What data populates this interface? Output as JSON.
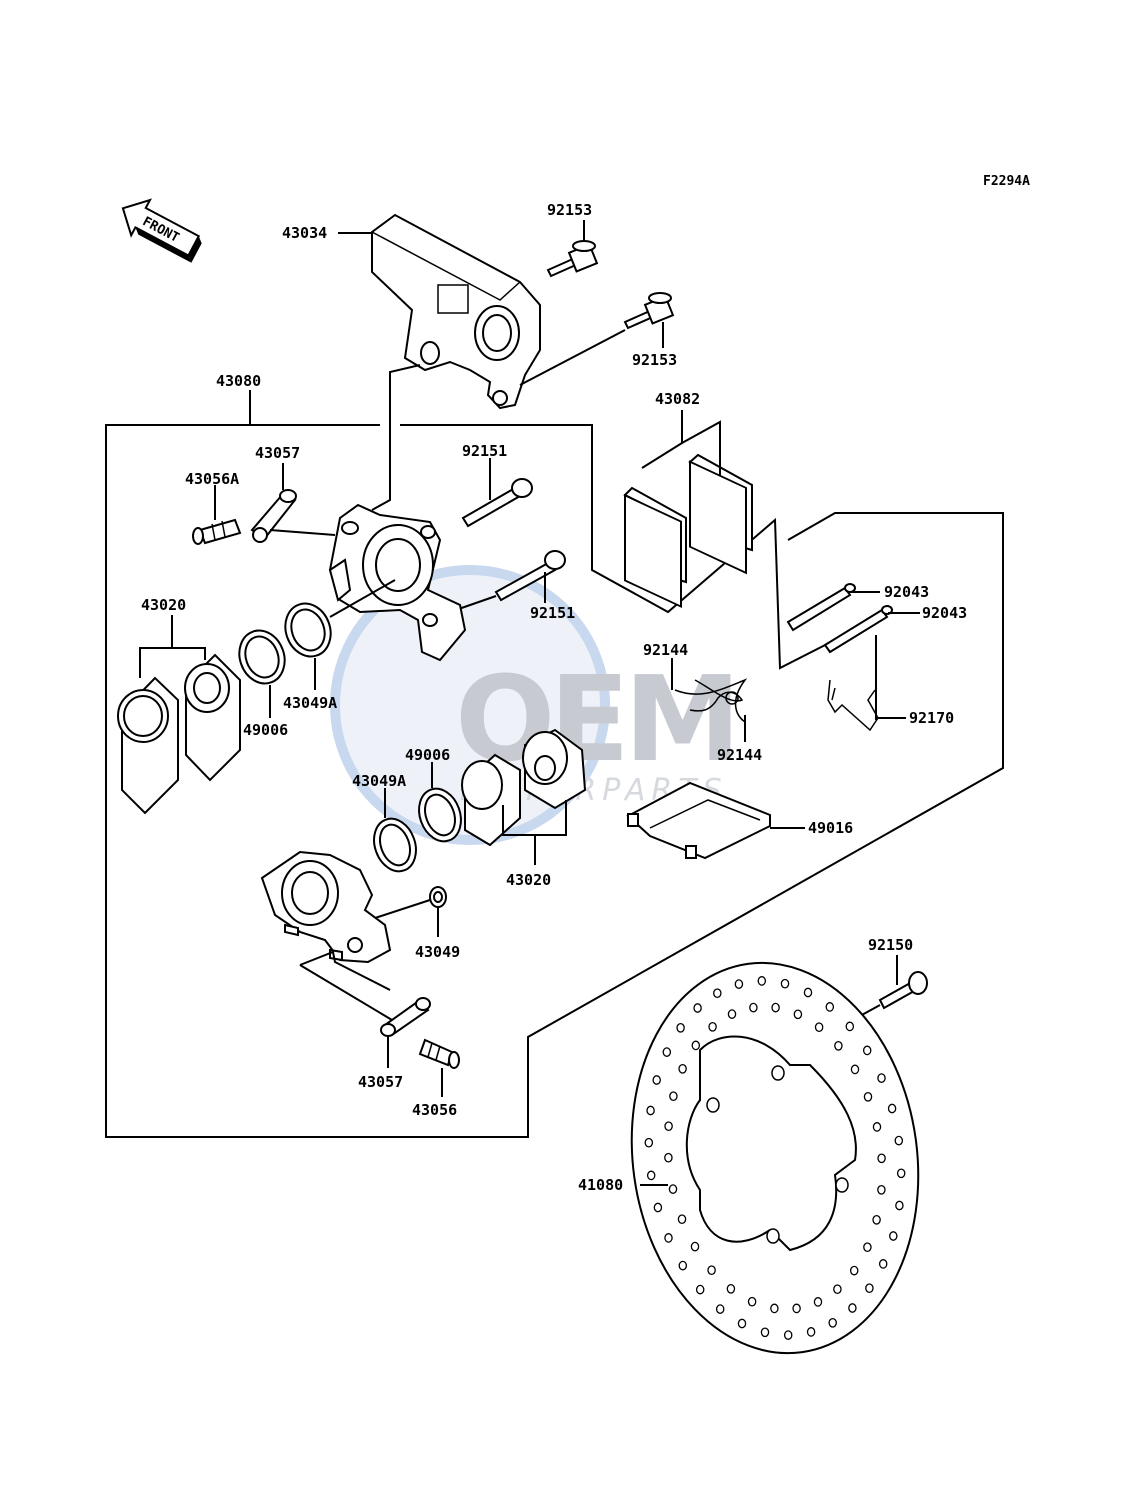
{
  "diagram_code": "F2294A",
  "front_arrow": {
    "label": "FRONT",
    "icon": "front-arrow-icon"
  },
  "watermark": {
    "main": "OEM",
    "sub": "MOTORPARTS"
  },
  "parts": {
    "bracket": "43034",
    "bolt_top": "92153",
    "bolt_bracket": "92153",
    "caliper_assy": "43080",
    "pads": "43082",
    "caliper_bolt_upper": "92151",
    "caliper_bolt_lower": "92151",
    "bleeder_cap": "43057",
    "bleeder_valve_a": "43056A",
    "pistons_left": "43020",
    "seal_left": "49006",
    "seal_a_left": "43049A",
    "pin_upper": "92043",
    "pin_lower": "92043",
    "spring_upper": "92144",
    "spring_lower": "92144",
    "clip": "92170",
    "seal_right": "49006",
    "seal_a_right": "43049A",
    "pad_spring": "49016",
    "pistons_right": "43020",
    "oring": "43049",
    "bleeder_cap_lower": "43057",
    "bleeder_valve": "43056",
    "disc_bolt": "92150",
    "disc": "41080"
  }
}
